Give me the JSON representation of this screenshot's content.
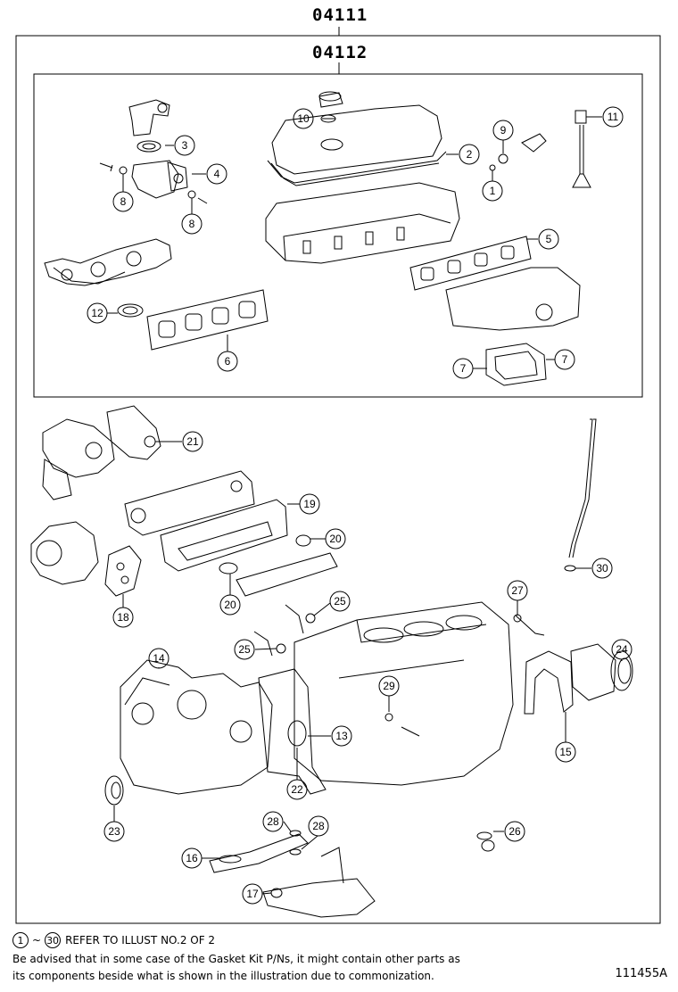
{
  "kits": {
    "outer_kit": "04111",
    "inner_kit": "04112"
  },
  "callouts": [
    "1",
    "2",
    "3",
    "4",
    "5",
    "6",
    "7",
    "8",
    "9",
    "10",
    "11",
    "12",
    "13",
    "14",
    "15",
    "16",
    "17",
    "18",
    "19",
    "20",
    "21",
    "22",
    "23",
    "24",
    "25",
    "26",
    "27",
    "28",
    "29",
    "30"
  ],
  "footer": {
    "ref_start": "1",
    "ref_tilde": "~",
    "ref_end": "30",
    "ref_text": "REFER TO ILLUST NO.2 OF 2",
    "note_line1": "Be advised that in some case of the Gasket Kit P/Ns,  it might contain other parts as",
    "note_line2": "its components beside what is shown in the illustration due to commonization.",
    "illust_code": "111455A"
  },
  "colors": {
    "ink": "#000000",
    "background": "#ffffff"
  }
}
